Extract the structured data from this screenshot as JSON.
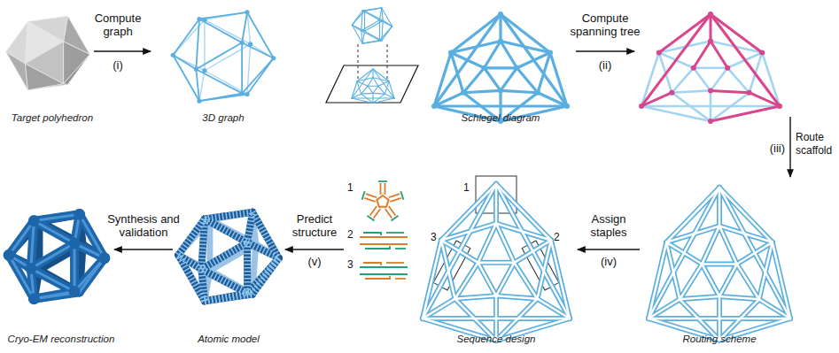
{
  "diagram": {
    "labels": [
      "Compute graph",
      "(i)",
      "Target polyhedron",
      "3D graph",
      "Schlegel diagram",
      "Compute spanning tree",
      "(ii)",
      "(iii)",
      "Route scaffold",
      "Synthesis and validation",
      "Predict structure",
      "(v)",
      "1",
      "2",
      "3",
      "1",
      "3",
      "2",
      "Assign staples",
      "(iv)",
      "Cryo-EM reconstruction",
      "Atomic model",
      "Sequence design",
      "Routing scheme"
    ]
  }
}
